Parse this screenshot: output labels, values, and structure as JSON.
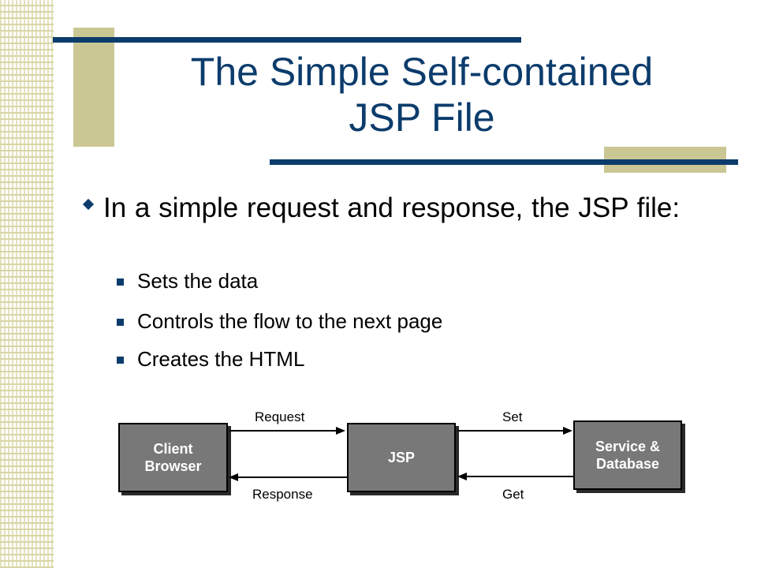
{
  "slide": {
    "title_line1": "The Simple Self-contained",
    "title_line2": "JSP File",
    "bullet": "In a simple request and response, the JSP file:",
    "sub_bullets": [
      "Sets the data",
      "Controls the flow to the next page",
      "Creates the HTML"
    ]
  },
  "diagram": {
    "boxes": {
      "client": [
        "Client",
        "Browser"
      ],
      "jsp": "JSP",
      "service": [
        "Service &",
        "Database"
      ]
    },
    "labels": {
      "request": "Request",
      "response": "Response",
      "set": "Set",
      "get": "Get"
    }
  },
  "colors": {
    "title": "#0c3c6c",
    "accent_bar": "#0c3c6c",
    "tan_block": "#cbc794",
    "box_fill": "#787878"
  }
}
